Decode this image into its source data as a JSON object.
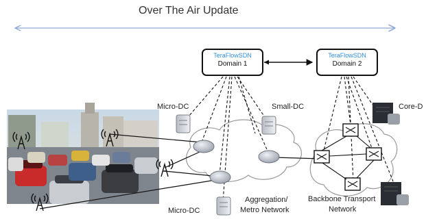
{
  "title": "Over The Air Update",
  "controllers": [
    {
      "logo": "TeraFlowSDN",
      "domain": "Domain 1"
    },
    {
      "logo": "TeraFlowSDN",
      "domain": "Domain 2"
    }
  ],
  "labels": {
    "micro_dc_top": "Micro-DC",
    "small_dc": "Small-DC",
    "core_dc": "Core-D",
    "micro_dc_bottom": "Micro-DC",
    "aggregation_line1": "Aggregation/",
    "aggregation_line2": "Metro Network",
    "backbone_line1": "Backbone Transport",
    "backbone_line2": "Network"
  },
  "colors": {
    "arrow": "#8fa8d8",
    "cloud_fill": "#ffffff",
    "cloud_stroke": "#9a9a9a",
    "router_fill": "#c9ced6",
    "logo_text": "#2f8fd8"
  }
}
